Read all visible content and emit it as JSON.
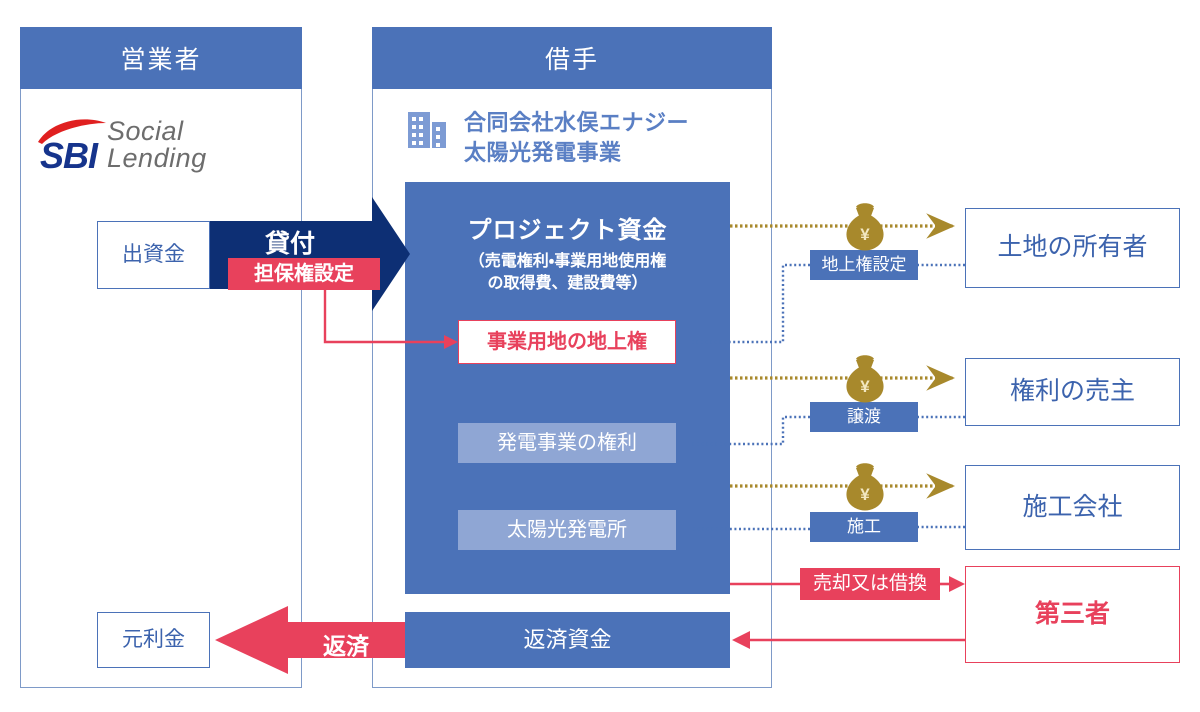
{
  "diagram": {
    "title": "SBI Social Lending solar project finance scheme"
  },
  "panels": {
    "operator": {
      "header": "営業者",
      "logo": {
        "mark": "SBI",
        "words": "Social Lending",
        "swoosh_color": "#e02020",
        "mark_color": "#16348c",
        "words_color": "#6d6d6d"
      }
    },
    "borrower": {
      "header": "借手",
      "company_name": "合同会社水俣エナジー\n太陽光発電事業",
      "company_name_line1": "合同会社水俣エナジー",
      "company_name_line2": "太陽光発電事業",
      "building_icon": "building-icon"
    }
  },
  "project": {
    "title": "プロジェクト資金",
    "subtitle_line1": "（売電権利・事業用地使用権",
    "subtitle_line2": "の取得費、建設費等）",
    "assets": [
      {
        "label": "事業用地の地上権",
        "style": "outline-red"
      },
      {
        "label": "発電事業の権利",
        "style": "fill-blue-light"
      },
      {
        "label": "太陽光発電所",
        "style": "fill-blue-light"
      }
    ]
  },
  "flows": {
    "investment_box": "出資金",
    "loan_arrow": "貸付",
    "collateral_badge": "担保権設定",
    "repayment_funds": "返済資金",
    "repayment_arrow": "返済",
    "principal_interest": "元利金",
    "sale_or_refinance": "売却又は借換"
  },
  "counterparties": [
    {
      "name": "土地の所有者",
      "relation_label": "地上権設定",
      "money_icon": "money-bag-icon",
      "style": "outline-blue"
    },
    {
      "name": "権利の売主",
      "relation_label": "譲渡",
      "money_icon": "money-bag-icon",
      "style": "outline-blue"
    },
    {
      "name": "施工会社",
      "relation_label": "施工",
      "money_icon": "money-bag-icon",
      "style": "outline-blue"
    },
    {
      "name": "第三者",
      "relation_label": "売却又は借換",
      "money_icon": "",
      "style": "outline-red"
    }
  ],
  "colors": {
    "panel_blue": "#4b72b8",
    "panel_border": "#7e9ac8",
    "navy": "#0d2f74",
    "red": "#e8415c",
    "gold": "#a8892c",
    "light_blue_fill": "#8fa6d4",
    "text_blue": "#3c63ad"
  },
  "icons": {
    "money_bag_symbol": "¥"
  }
}
